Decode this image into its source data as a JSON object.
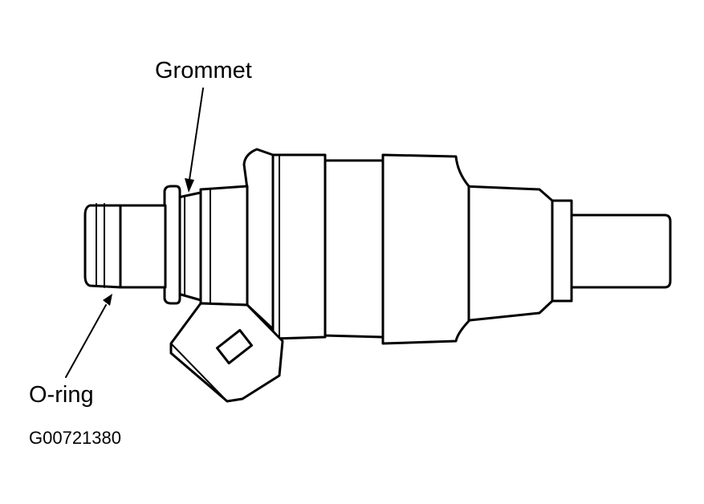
{
  "labels": {
    "grommet": "Grommet",
    "oring": "O-ring",
    "figure_id": "G00721380"
  }
}
